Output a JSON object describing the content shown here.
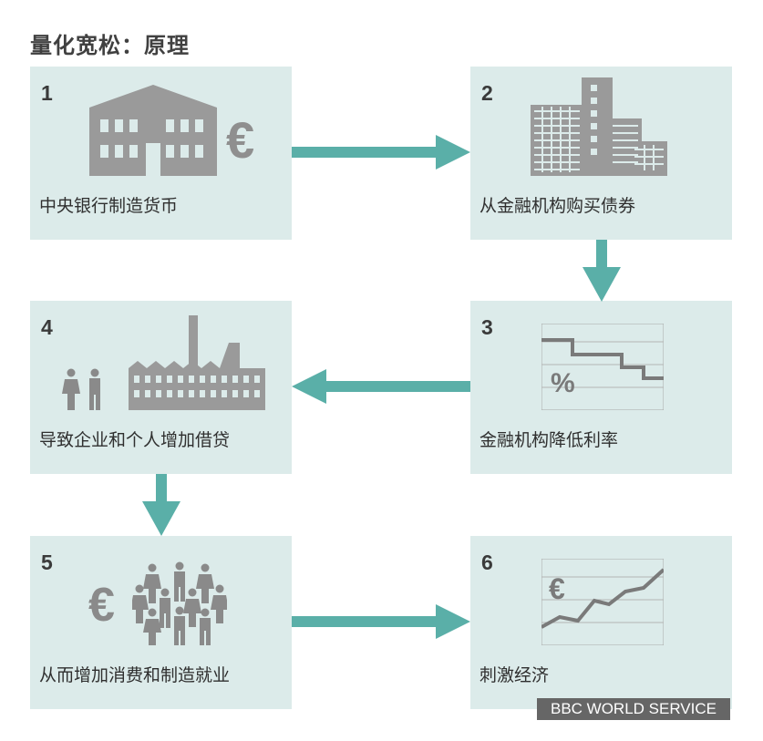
{
  "title": "量化宽松：原理",
  "steps": [
    {
      "number": "1",
      "caption": "中央银行制造货币",
      "icons": [
        "central-bank-building-icon",
        "euro-icon"
      ]
    },
    {
      "number": "2",
      "caption": "从金融机构购买债券",
      "icons": [
        "financial-institution-buildings-icon"
      ]
    },
    {
      "number": "3",
      "caption": "金融机构降低利率",
      "icons": [
        "falling-interest-rate-chart-icon"
      ],
      "chart_symbol": "%"
    },
    {
      "number": "4",
      "caption": "导致企业和个人增加借贷",
      "icons": [
        "people-icon",
        "factory-icon"
      ]
    },
    {
      "number": "5",
      "caption": "从而增加消费和制造就业",
      "icons": [
        "euro-icon",
        "crowd-icon"
      ]
    },
    {
      "number": "6",
      "caption": "刺激经济",
      "icons": [
        "rising-economy-chart-icon"
      ],
      "chart_symbol": "€"
    }
  ],
  "euro_symbol": "€",
  "credit": "BBC WORLD SERVICE",
  "colors": {
    "box": "#dcebea",
    "arrow": "#5aafa8",
    "icon": "#9a9a9a",
    "text": "#2f2f2f"
  }
}
